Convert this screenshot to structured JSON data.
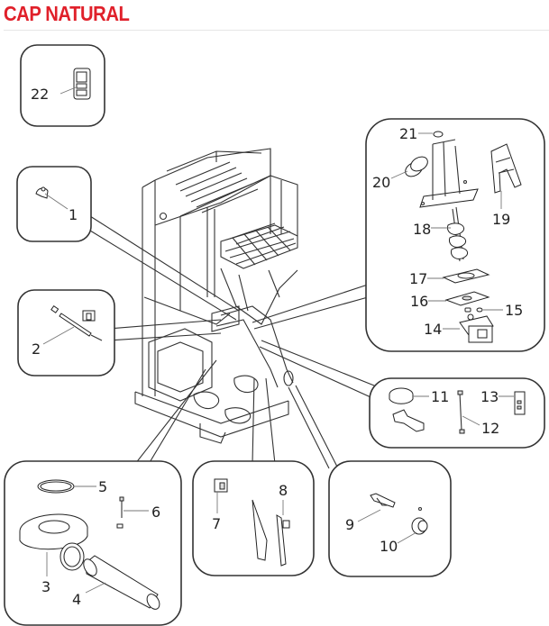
{
  "title": "CAP NATURAL",
  "colors": {
    "title": "#e0202a",
    "stroke": "#333333",
    "background": "#ffffff"
  },
  "parts": [
    {
      "number": "1"
    },
    {
      "number": "2"
    },
    {
      "number": "3"
    },
    {
      "number": "4"
    },
    {
      "number": "5"
    },
    {
      "number": "6"
    },
    {
      "number": "7"
    },
    {
      "number": "8"
    },
    {
      "number": "9"
    },
    {
      "number": "10"
    },
    {
      "number": "11"
    },
    {
      "number": "12"
    },
    {
      "number": "13"
    },
    {
      "number": "14"
    },
    {
      "number": "15"
    },
    {
      "number": "16"
    },
    {
      "number": "17"
    },
    {
      "number": "18"
    },
    {
      "number": "19"
    },
    {
      "number": "20"
    },
    {
      "number": "21"
    },
    {
      "number": "22"
    }
  ]
}
